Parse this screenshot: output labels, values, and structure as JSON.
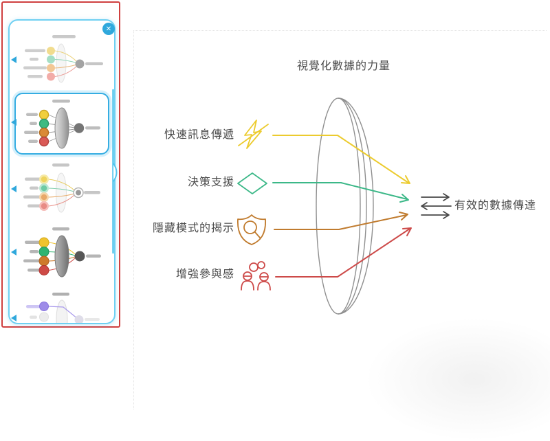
{
  "colors": {
    "selection_red": "#cf3f3f",
    "panel_border_blue": "#6fd0f2",
    "accent_blue": "#2fa8dc",
    "lens_gray": "#8f8f8f",
    "text_gray": "#4a4a4a",
    "arrow_gray": "#474747",
    "item_yellow": "#eccb2e",
    "item_green": "#3cb888",
    "item_orange": "#c07b2e",
    "item_red": "#cd4a49",
    "variant_purple": "#9e8ce8"
  },
  "panel": {
    "close_icon": "✕",
    "variants": [
      {
        "selected": false
      },
      {
        "selected": true
      },
      {
        "selected": false
      },
      {
        "selected": false
      },
      {
        "selected": false
      }
    ]
  },
  "diagram": {
    "title": "視覺化數據的力量",
    "items": [
      {
        "label": "快速訊息傳遞",
        "icon": "lightning-icon",
        "color": "#eccb2e"
      },
      {
        "label": "決策支援",
        "icon": "diamond-icon",
        "color": "#3cb888"
      },
      {
        "label": "隱藏模式的揭示",
        "icon": "shield-magnifier-icon",
        "color": "#c07b2e"
      },
      {
        "label": "增強參與感",
        "icon": "people-icon",
        "color": "#cd4a49"
      }
    ],
    "result": {
      "label": "有效的數據傳達",
      "icon": "exchange-arrows-icon"
    }
  }
}
